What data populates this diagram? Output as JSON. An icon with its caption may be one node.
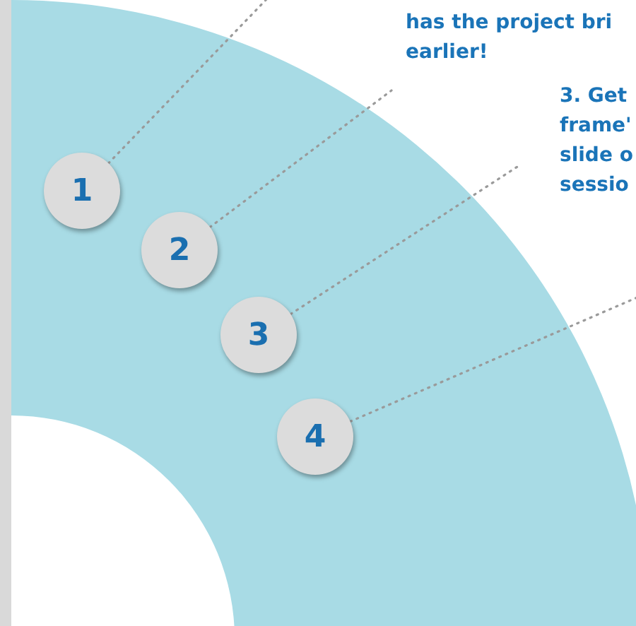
{
  "diagram": {
    "nodes": [
      {
        "text": [
          "has the project bri earlier!"
        ]
      },
      {
        "text": [
          "3. Get frame' slide o sessio"
        ]
      },
      {
        "text": [
          "1"
        ]
      },
      {
        "text": [
          "2"
        ]
      },
      {
        "text": [
          "3"
        ]
      },
      {
        "text": [
          "4"
        ]
      }
    ],
    "edges": [
      {
        "from": 2,
        "to": null,
        "arrow": "none",
        "style": "dashed"
      },
      {
        "from": 3,
        "to": 0,
        "arrow": "none",
        "style": "dashed"
      },
      {
        "from": 4,
        "to": 1,
        "arrow": "none",
        "style": "dashed"
      },
      {
        "from": 5,
        "to": null,
        "arrow": "none",
        "style": "dashed"
      }
    ]
  }
}
